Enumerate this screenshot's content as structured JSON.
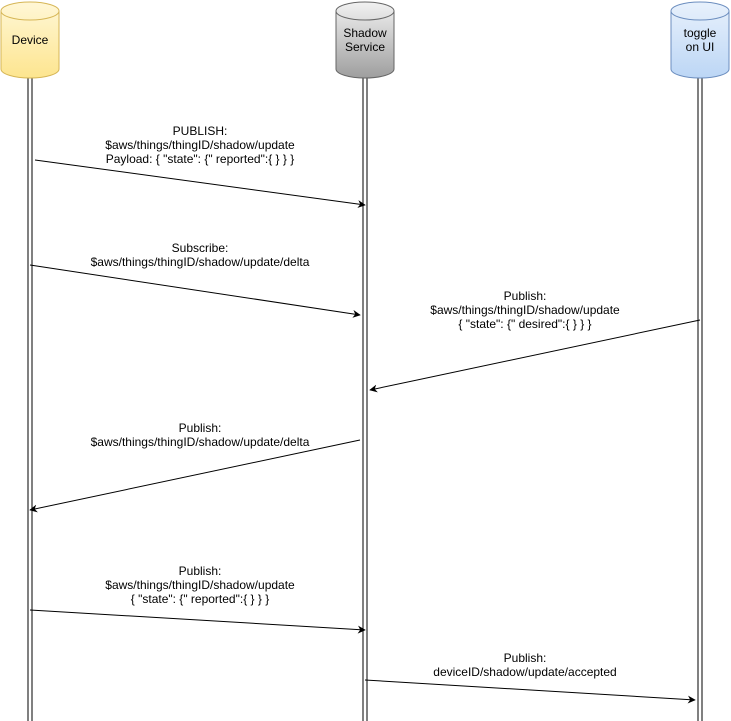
{
  "participants": [
    {
      "id": "device",
      "lines": [
        "Device"
      ],
      "fill_top": "#fff7d6",
      "fill_bottom": "#fde58f",
      "stroke": "#d6b656"
    },
    {
      "id": "shadow-service",
      "lines": [
        "Shadow",
        "Service"
      ],
      "fill_top": "#f2f2f2",
      "fill_bottom": "#9e9e9e",
      "stroke": "#666666"
    },
    {
      "id": "toggle-ui",
      "lines": [
        "toggle",
        "on UI"
      ],
      "fill_top": "#e8f1fc",
      "fill_bottom": "#bcd6f5",
      "stroke": "#6c8ebf"
    }
  ],
  "messages": [
    {
      "from": "device",
      "to": "shadow-service",
      "lines": [
        "PUBLISH:",
        "$aws/things/thingID/shadow/update",
        "Payload: { \"state\": {\" reported\":{ } } }"
      ]
    },
    {
      "from": "device",
      "to": "shadow-service",
      "lines": [
        "Subscribe:",
        "$aws/things/thingID/shadow/update/delta"
      ]
    },
    {
      "from": "toggle-ui",
      "to": "shadow-service",
      "lines": [
        "Publish:",
        "$aws/things/thingID/shadow/update",
        "{ \"state\": {\" desired\":{ } } }"
      ]
    },
    {
      "from": "shadow-service",
      "to": "device",
      "lines": [
        "Publish:",
        "$aws/things/thingID/shadow/update/delta"
      ]
    },
    {
      "from": "device",
      "to": "shadow-service",
      "lines": [
        "Publish:",
        "$aws/things/thingID/shadow/update",
        "{ \"state\": {\" reported\":{ } } }"
      ]
    },
    {
      "from": "shadow-service",
      "to": "toggle-ui",
      "lines": [
        "Publish:",
        "deviceID/shadow/update/accepted"
      ]
    }
  ]
}
